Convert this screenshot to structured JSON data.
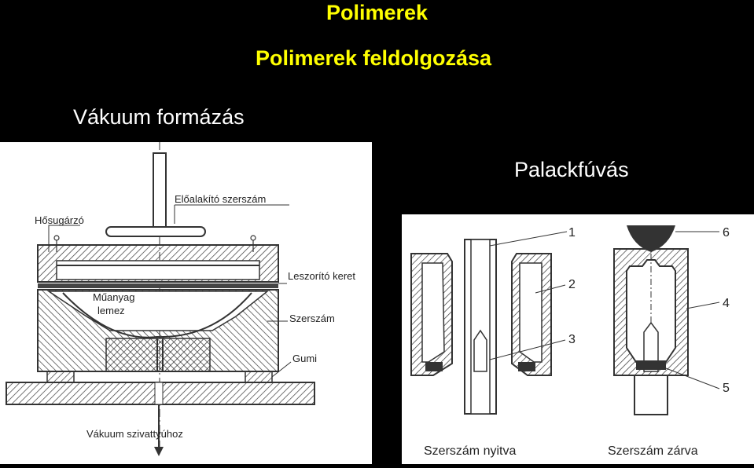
{
  "header": {
    "title": "Polimerek",
    "subtitle": "Polimerek feldolgozása"
  },
  "vacuum_forming": {
    "heading": "Vákuum formázás",
    "labels": {
      "heater": "Hősugárzó",
      "preformer": "Előalakító szerszám",
      "clamp_frame": "Leszorító keret",
      "plastic_sheet_line1": "Műanyag",
      "plastic_sheet_line2": "lemez",
      "mold": "Szerszám",
      "rubber": "Gumi",
      "vacuum": "Vákuum szivattyúhoz"
    }
  },
  "blow_molding": {
    "heading": "Palackfúvás",
    "numbers": [
      "1",
      "2",
      "3",
      "4",
      "5",
      "6"
    ],
    "captions": {
      "open": "Szerszám nyitva",
      "closed": "Szerszám zárva"
    }
  },
  "colors": {
    "background": "#000000",
    "title": "#FFFF00",
    "heading": "#FFFFFF"
  }
}
